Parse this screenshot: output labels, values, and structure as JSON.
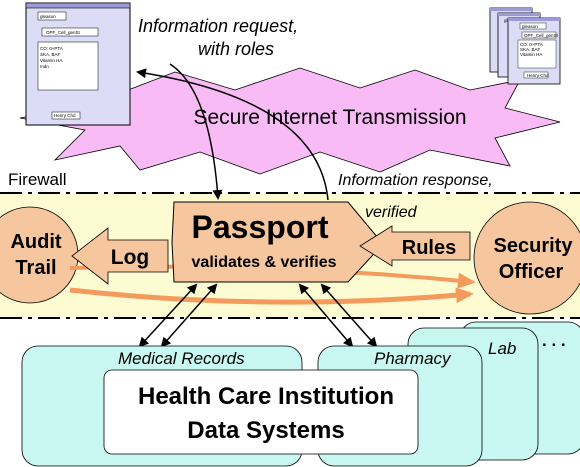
{
  "labels": {
    "info_request_line1": "Information request,",
    "info_request_line2": "with roles",
    "secure_transmission": "Secure Internet Transmission",
    "firewall": "Firewall",
    "info_response_line1": "Information response,",
    "info_response_line2": "verified",
    "audit_trail_line1": "Audit",
    "audit_trail_line2": "Trail",
    "log": "Log",
    "passport_title": "Passport",
    "passport_subtitle": "validates & verifies",
    "rules": "Rules",
    "security_officer_line1": "Security",
    "security_officer_line2": "Officer",
    "medical_records": "Medical Records",
    "pharmacy": "Pharmacy",
    "lab": "Lab",
    "more": ". . .",
    "hc_line1": "Health Care Institution",
    "hc_line2": "Data Systems"
  },
  "colors": {
    "band_fill": "#fcfbd2",
    "pink_burst": "#f9bbf5",
    "orange_fill": "#f6c69e",
    "orange_arrow": "#f39a5c",
    "cyan_fill": "#c8f8f1",
    "screen_fill": "#dcdcf6"
  }
}
